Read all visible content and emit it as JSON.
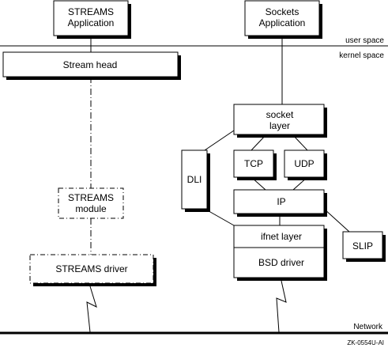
{
  "regions": {
    "user_space": "user space",
    "kernel_space": "kernel space",
    "network": "Network"
  },
  "streams_stack": {
    "application_line1": "STREAMS",
    "application_line2": "Application",
    "stream_head": "Stream head",
    "module_line1": "STREAMS",
    "module_line2": "module",
    "driver": "STREAMS driver"
  },
  "sockets_stack": {
    "application_line1": "Sockets",
    "application_line2": "Application",
    "socket_layer_line1": "socket",
    "socket_layer_line2": "layer",
    "tcp": "TCP",
    "udp": "UDP",
    "dli": "DLI",
    "ip": "IP",
    "ifnet_layer": "ifnet layer",
    "bsd_driver": "BSD driver",
    "slip": "SLIP"
  },
  "figure_id": "ZK-0554U-AI"
}
